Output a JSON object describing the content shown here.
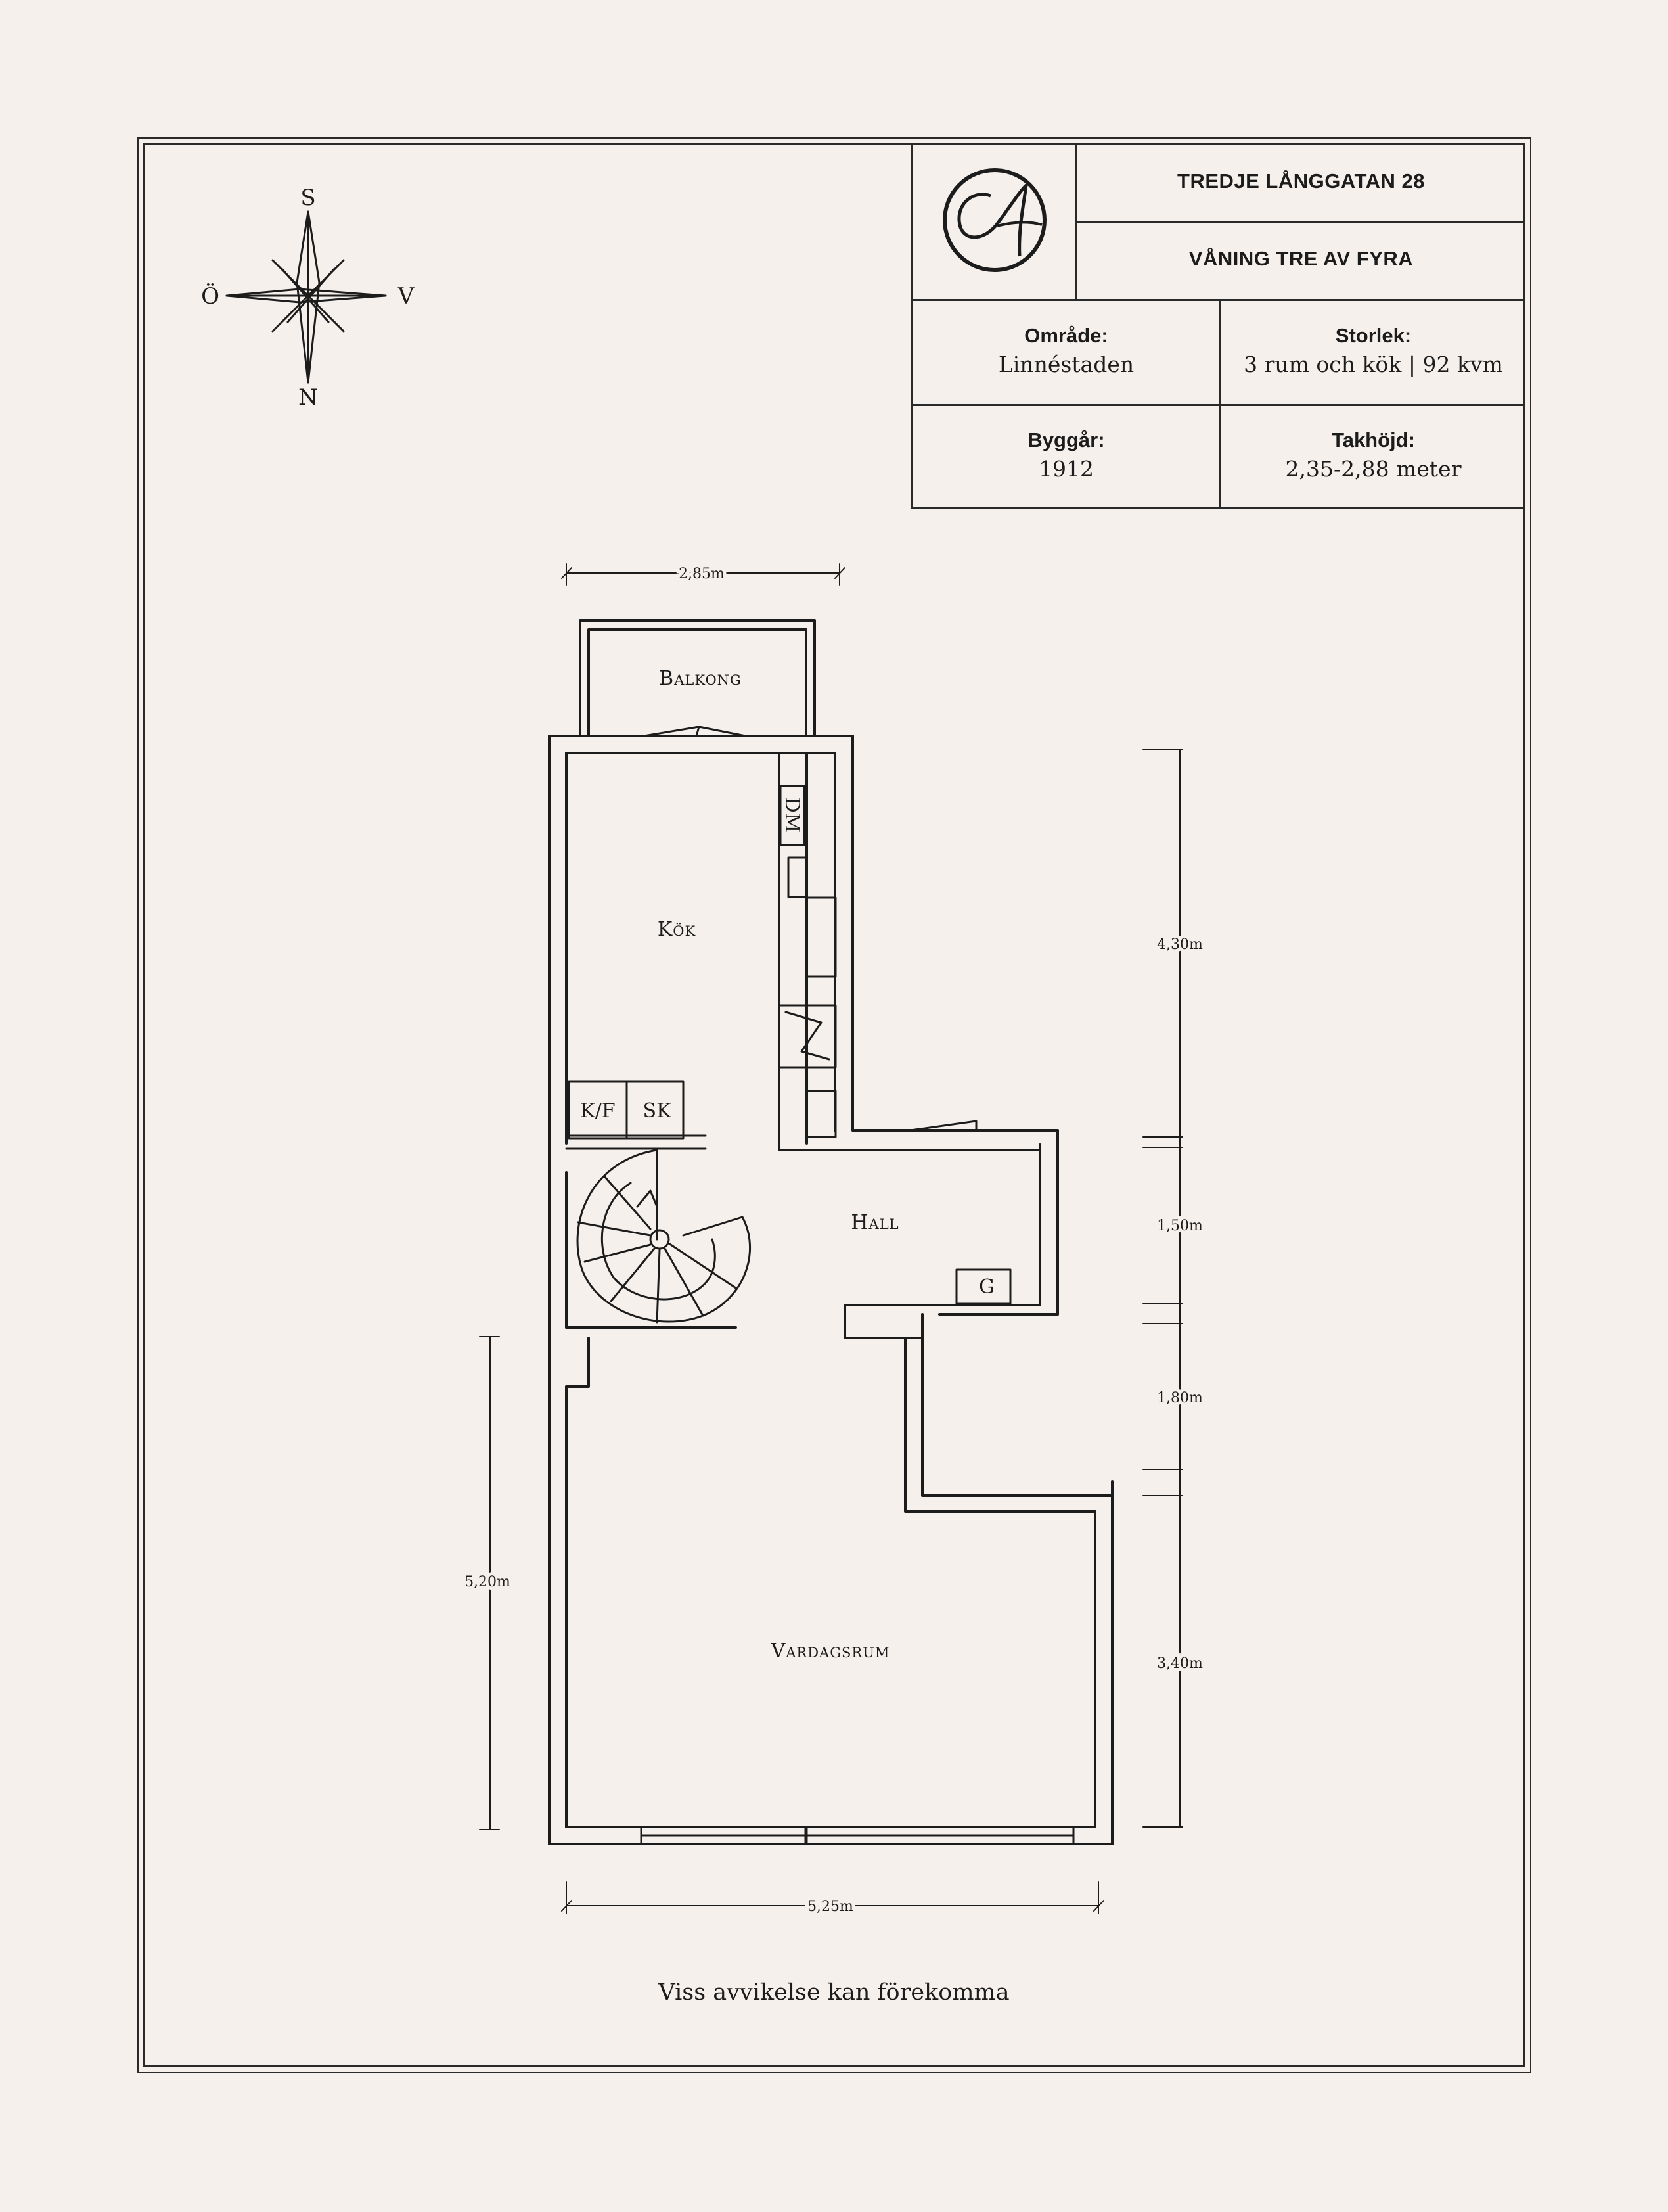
{
  "header": {
    "address": "TREDJE LÅNGGATAN 28",
    "floor": "VÅNING TRE AV FYRA"
  },
  "info": {
    "area_label": "Område:",
    "area_value": "Linnéstaden",
    "size_label": "Storlek:",
    "size_value": "3 rum och kök | 92 kvm",
    "year_label": "Byggår:",
    "year_value": "1912",
    "height_label": "Takhöjd:",
    "height_value": "2,35-2,88 meter"
  },
  "compass": {
    "north": "N",
    "south": "S",
    "east": "Ö",
    "west": "V"
  },
  "rooms": {
    "balcony": "Balkong",
    "kitchen": "Kök",
    "hall": "Hall",
    "living": "Vardagsrum"
  },
  "fixtures": {
    "dishwasher": "DM",
    "fridge_freezer": "K/F",
    "cabinet": "SK",
    "wardrobe": "G"
  },
  "dimensions": {
    "balcony_width": "2,85m",
    "kitchen_length": "4,30m",
    "hall_length": "1,50m",
    "corridor_length": "1,80m",
    "living_length_right": "3,40m",
    "living_length_left": "5,20m",
    "living_width": "5,25m"
  },
  "footer": "Viss avvikelse kan förekomma",
  "colors": {
    "background": "#f6f0ed",
    "ink": "#1c1c1c"
  }
}
